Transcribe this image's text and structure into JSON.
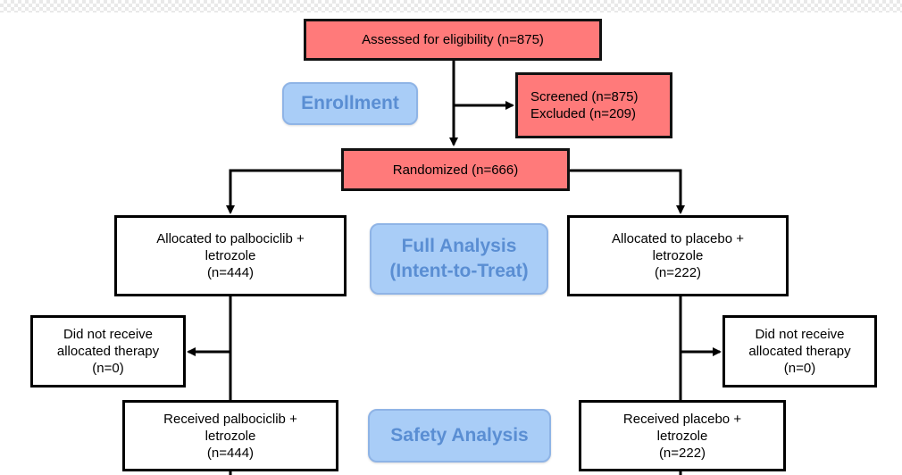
{
  "boxes": {
    "assessed": "Assessed for eligibility (n=875)",
    "screened_excluded": "Screened (n=875)\nExcluded (n=209)",
    "randomized": "Randomized (n=666)",
    "allocated_palbo": "Allocated to palbociclib +\nletrozole\n(n=444)",
    "allocated_placebo": "Allocated to placebo +\nletrozole\n(n=222)",
    "not_received_left": "Did not receive\nallocated therapy\n(n=0)",
    "not_received_right": "Did not receive\nallocated therapy\n(n=0)",
    "received_palbo": "Received palbociclib +\nletrozole\n(n=444)",
    "received_placebo": "Received placebo +\nletrozole\n(n=222)"
  },
  "stage_labels": {
    "enrollment": "Enrollment",
    "full_analysis": "Full Analysis\n(Intent-to-Treat)",
    "safety_analysis": "Safety Analysis"
  },
  "colors": {
    "box_red": "#ff7a7a",
    "label_blue": "#a9cdf7",
    "label_text": "#5a8ed3"
  }
}
